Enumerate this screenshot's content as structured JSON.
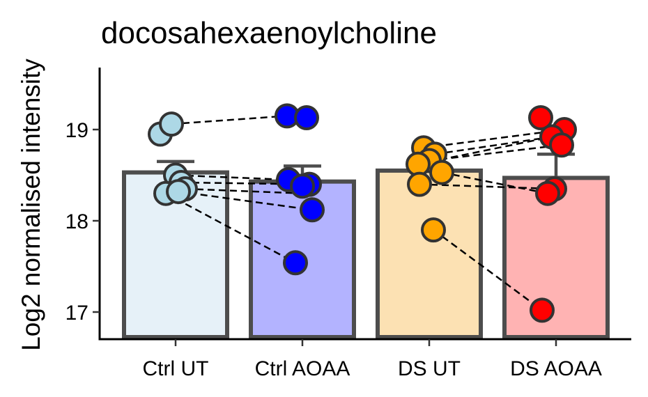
{
  "chart_data": {
    "type": "bar",
    "title": "docosahexaenoylcholine",
    "xlabel": "",
    "ylabel": "Log2 normalised intensity",
    "categories": [
      "Ctrl UT",
      "Ctrl AOAA",
      "DS UT",
      "DS AOAA"
    ],
    "bar_colors": [
      "#e6f1f8",
      "#b3b3ff",
      "#fce1b3",
      "#ffb3b3"
    ],
    "point_colors": [
      "#add8e6",
      "#0000ff",
      "#ffa500",
      "#ff0000"
    ],
    "means": [
      18.53,
      18.43,
      18.55,
      18.47
    ],
    "error_upper": [
      18.65,
      18.6,
      18.58,
      18.73
    ],
    "ylim": [
      16.7,
      19.65
    ],
    "yticks": [
      17,
      18,
      19
    ],
    "grid": false,
    "legend": "none",
    "points": [
      [
        18.95,
        19.06,
        18.5,
        18.42,
        18.35,
        18.3,
        18.32
      ],
      [
        19.15,
        19.13,
        18.45,
        18.4,
        18.12,
        17.54,
        18.38
      ],
      [
        18.8,
        18.73,
        18.66,
        18.62,
        18.4,
        17.9,
        18.53
      ],
      [
        19.13,
        19.0,
        18.92,
        18.83,
        18.35,
        18.3,
        17.02
      ]
    ],
    "pairs": [
      {
        "from": [
          0,
          19.06
        ],
        "to": [
          1,
          19.15
        ]
      },
      {
        "from": [
          0,
          18.5
        ],
        "to": [
          1,
          18.45
        ]
      },
      {
        "from": [
          0,
          18.42
        ],
        "to": [
          1,
          18.4
        ]
      },
      {
        "from": [
          0,
          18.35
        ],
        "to": [
          1,
          18.3
        ]
      },
      {
        "from": [
          0,
          18.32
        ],
        "to": [
          1,
          18.12
        ]
      },
      {
        "from": [
          0,
          18.3
        ],
        "to": [
          1,
          17.54
        ]
      },
      {
        "from": [
          2,
          18.8
        ],
        "to": [
          3,
          19.0
        ]
      },
      {
        "from": [
          2,
          18.73
        ],
        "to": [
          3,
          18.92
        ]
      },
      {
        "from": [
          2,
          18.66
        ],
        "to": [
          3,
          18.83
        ]
      },
      {
        "from": [
          2,
          18.62
        ],
        "to": [
          3,
          18.92
        ]
      },
      {
        "from": [
          2,
          18.4
        ],
        "to": [
          3,
          18.35
        ]
      },
      {
        "from": [
          2,
          18.53
        ],
        "to": [
          3,
          18.3
        ]
      },
      {
        "from": [
          2,
          17.9
        ],
        "to": [
          3,
          17.02
        ]
      }
    ]
  }
}
